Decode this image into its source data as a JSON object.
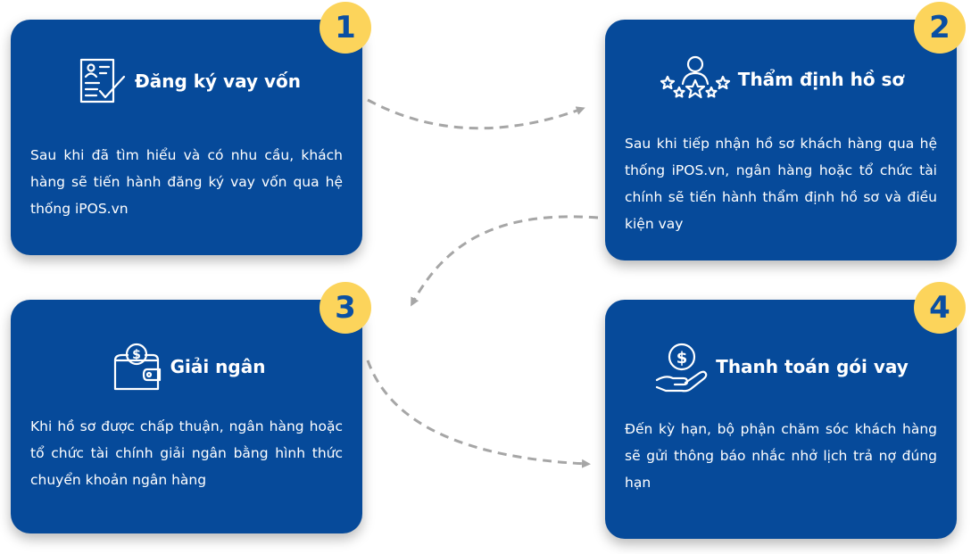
{
  "colors": {
    "card": "#064a9a",
    "badge": "#fcd45b",
    "badge_text": "#0a4fa3",
    "connector": "#a6a6a6"
  },
  "steps": [
    {
      "number": "1",
      "title": "Đăng ký vay vốn",
      "icon": "registration-form-icon",
      "description": "Sau khi đã tìm hiểu và có nhu cầu, khách hàng sẽ tiến hành đăng ký vay vốn qua hệ thống iPOS.vn"
    },
    {
      "number": "2",
      "title": "Thẩm định hồ sơ",
      "icon": "user-rating-stars-icon",
      "description": "Sau khi tiếp nhận hồ sơ khách hàng qua hệ thống iPOS.vn, ngân hàng hoặc tổ chức tài chính sẽ tiến hành thẩm định hồ sơ và điều kiện vay"
    },
    {
      "number": "3",
      "title": "Giải ngân",
      "icon": "wallet-coin-icon",
      "description": "Khi hồ sơ được chấp thuận, ngân hàng hoặc tổ chức tài chính giải ngân bằng hình thức chuyển khoản ngân hàng"
    },
    {
      "number": "4",
      "title": "Thanh toán gói vay",
      "icon": "hand-dollar-icon",
      "description": "Đến kỳ hạn, bộ phận chăm sóc khách hàng sẽ gửi thông báo nhắc nhở lịch trả nợ đúng hạn"
    }
  ]
}
